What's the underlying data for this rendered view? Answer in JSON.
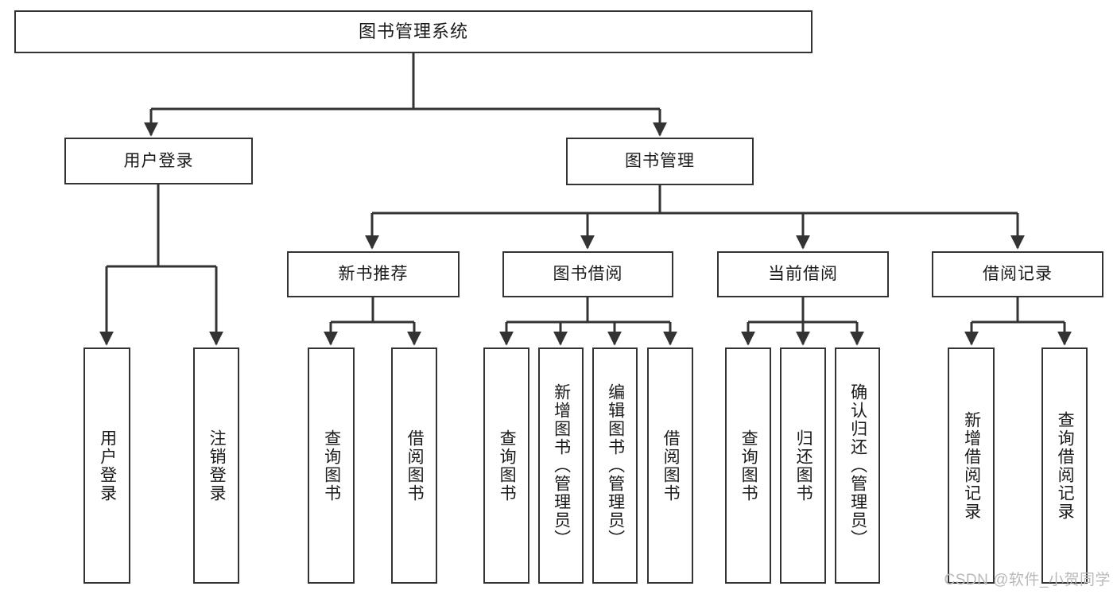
{
  "diagram": {
    "title": "图书管理系统",
    "type": "tree-hierarchy",
    "watermark": "CSDN @软件_小贺同学",
    "colors": {
      "border": "#333333",
      "background": "#ffffff",
      "text": "#1a1a1a",
      "edge": "#333333",
      "watermark": "#b9b9b9"
    },
    "root": {
      "label": "图书管理系统"
    },
    "level2": [
      {
        "label": "用户登录"
      },
      {
        "label": "图书管理"
      }
    ],
    "level3": [
      {
        "label": "新书推荐"
      },
      {
        "label": "图书借阅"
      },
      {
        "label": "当前借阅"
      },
      {
        "label": "借阅记录"
      }
    ],
    "leaves": {
      "user_login": [
        {
          "label": "用户登录"
        },
        {
          "label": "注销登录"
        }
      ],
      "new_book_recommend": [
        {
          "label": "查询图书"
        },
        {
          "label": "借阅图书"
        }
      ],
      "book_borrow": [
        {
          "label": "查询图书"
        },
        {
          "label": "新增图书（管理员）"
        },
        {
          "label": "编辑图书（管理员）"
        },
        {
          "label": "借阅图书"
        }
      ],
      "current_borrow": [
        {
          "label": "查询图书"
        },
        {
          "label": "归还图书"
        },
        {
          "label": "确认归还（管理员）"
        }
      ],
      "borrow_record": [
        {
          "label": "新增借阅记录"
        },
        {
          "label": "查询借阅记录"
        }
      ]
    }
  }
}
